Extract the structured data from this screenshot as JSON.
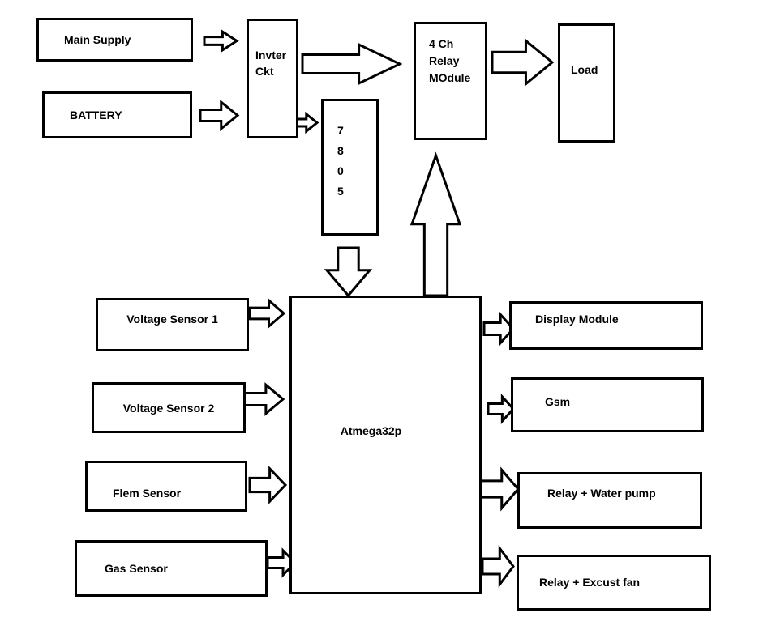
{
  "colors": {
    "stroke": "#000000",
    "fill": "#ffffff"
  },
  "blocks": {
    "main_supply": {
      "label": "Main Supply"
    },
    "battery": {
      "label": "BATTERY"
    },
    "inverter": {
      "line1": "Invter",
      "line2": "Ckt"
    },
    "regulator_7805": {
      "line1": "7",
      "line2": "8",
      "line3": "0",
      "line4": "5"
    },
    "relay_module": {
      "line1": "4 Ch",
      "line2": "Relay",
      "line3": "MOdule"
    },
    "load": {
      "label": "Load"
    },
    "mcu": {
      "label": "Atmega32p"
    },
    "voltage_sensor_1": {
      "label": "Voltage Sensor 1"
    },
    "voltage_sensor_2": {
      "label": "Voltage Sensor 2"
    },
    "flame_sensor": {
      "label": "Flem Sensor"
    },
    "gas_sensor": {
      "label": "Gas Sensor"
    },
    "display_module": {
      "label": "Display Module"
    },
    "gsm": {
      "label": "Gsm"
    },
    "relay_water_pump": {
      "label": "Relay + Water pump"
    },
    "relay_exhaust_fan": {
      "label": "Relay + Excust fan"
    }
  },
  "connections": [
    {
      "from": "Main Supply",
      "to": "Invter Ckt"
    },
    {
      "from": "BATTERY",
      "to": "Invter Ckt"
    },
    {
      "from": "Invter Ckt",
      "to": "4 Ch Relay MOdule"
    },
    {
      "from": "Invter Ckt",
      "to": "7805"
    },
    {
      "from": "4 Ch Relay MOdule",
      "to": "Load"
    },
    {
      "from": "7805",
      "to": "Atmega32p"
    },
    {
      "from": "Atmega32p",
      "to": "4 Ch Relay MOdule"
    },
    {
      "from": "Voltage Sensor 1",
      "to": "Atmega32p"
    },
    {
      "from": "Voltage Sensor 2",
      "to": "Atmega32p"
    },
    {
      "from": "Flem Sensor",
      "to": "Atmega32p"
    },
    {
      "from": "Gas Sensor",
      "to": "Atmega32p"
    },
    {
      "from": "Atmega32p",
      "to": "Display Module"
    },
    {
      "from": "Atmega32p",
      "to": "Gsm"
    },
    {
      "from": "Atmega32p",
      "to": "Relay + Water pump"
    },
    {
      "from": "Atmega32p",
      "to": "Relay + Excust fan"
    }
  ]
}
